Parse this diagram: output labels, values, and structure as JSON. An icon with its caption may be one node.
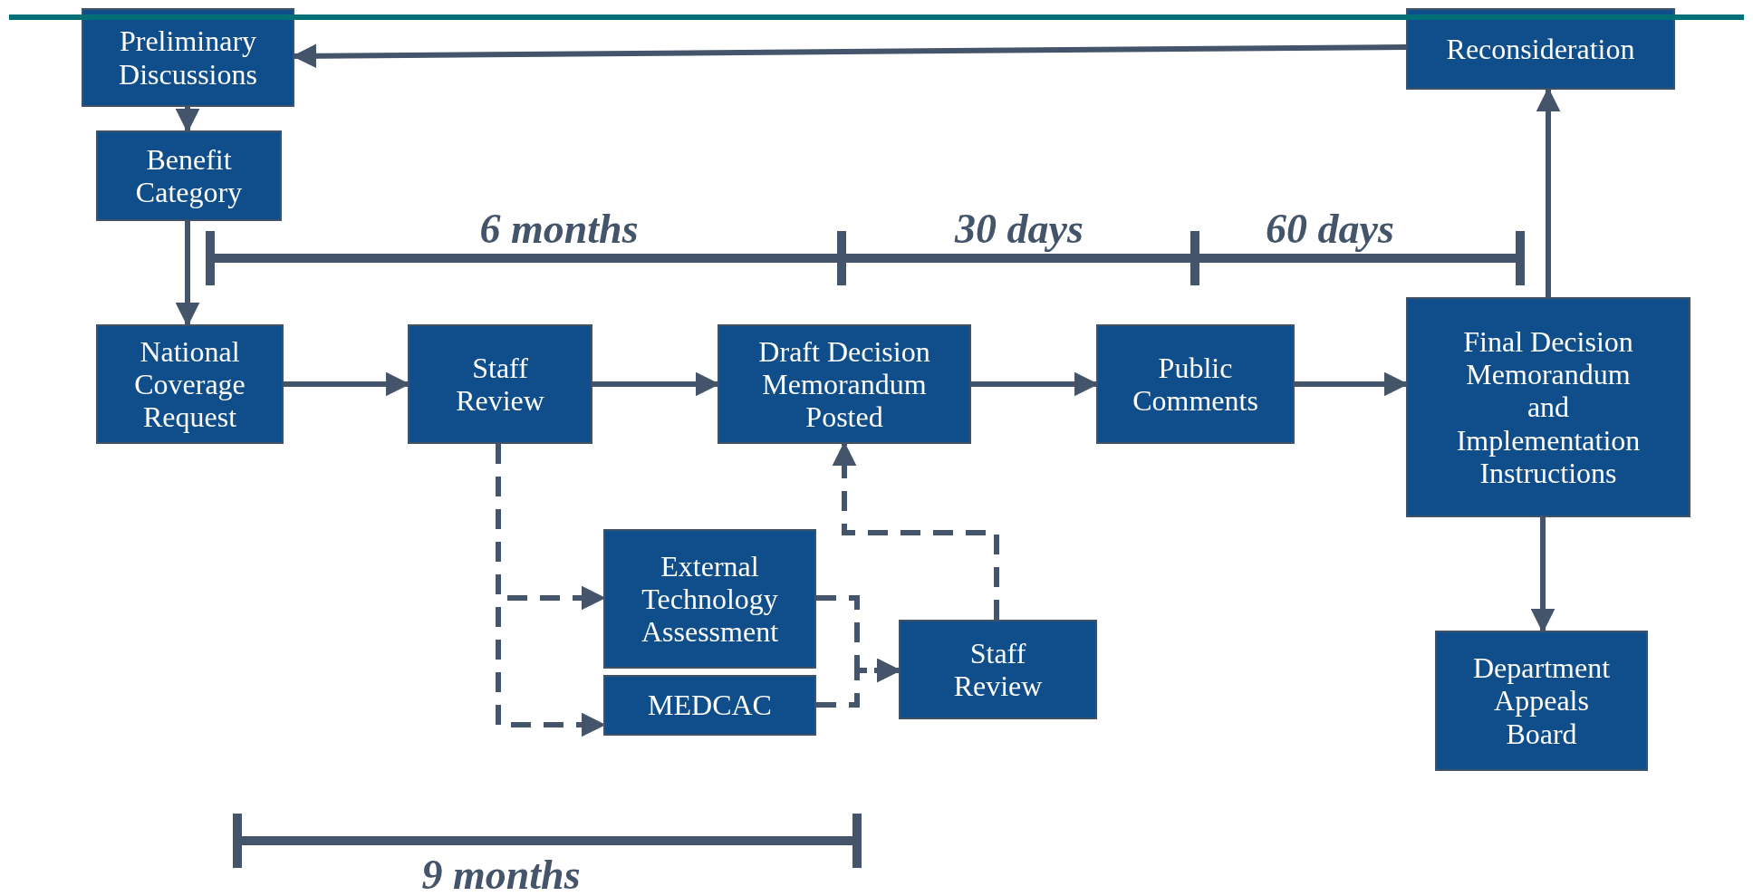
{
  "diagram": {
    "nodes": [
      {
        "text": [
          "Preliminary Discussions"
        ]
      },
      {
        "text": [
          "Benefit Category"
        ]
      },
      {
        "text": [
          "National Coverage Request"
        ]
      },
      {
        "text": [
          "Staff Review"
        ]
      },
      {
        "text": [
          "Draft Decision Memorandum Posted"
        ]
      },
      {
        "text": [
          "Public Comments"
        ]
      },
      {
        "text": [
          "Final Decision Memorandum and Implementation Instructions"
        ]
      },
      {
        "text": [
          "Reconsideration"
        ]
      },
      {
        "text": [
          "Department Appeals Board"
        ]
      },
      {
        "text": [
          "External Technology Assessment"
        ]
      },
      {
        "text": [
          "MEDCAC"
        ]
      },
      {
        "text": [
          "Staff Review"
        ]
      }
    ],
    "edges": [
      {
        "from": 7,
        "to": 0,
        "arrow": "to"
      },
      {
        "from": 0,
        "to": 1,
        "arrow": "to"
      },
      {
        "from": 1,
        "to": 2,
        "arrow": "to"
      },
      {
        "from": 2,
        "to": 3,
        "arrow": "to"
      },
      {
        "from": 3,
        "to": 4,
        "arrow": "to"
      },
      {
        "from": 4,
        "to": 5,
        "arrow": "to"
      },
      {
        "from": 5,
        "to": 6,
        "arrow": "to"
      },
      {
        "from": 6,
        "to": 7,
        "arrow": "to"
      },
      {
        "from": 6,
        "to": 8,
        "arrow": "to"
      },
      {
        "from": 3,
        "to": 9,
        "arrow": "to",
        "style": "dashed"
      },
      {
        "from": 3,
        "to": 10,
        "arrow": "to",
        "style": "dashed"
      },
      {
        "from": 9,
        "to": 11,
        "arrow": "to",
        "style": "dashed"
      },
      {
        "from": 10,
        "to": 11,
        "arrow": "to",
        "style": "dashed"
      },
      {
        "from": 11,
        "to": 4,
        "arrow": "to",
        "style": "dashed"
      }
    ],
    "labels": [
      "6 months",
      "30 days",
      "60 days",
      "9 months"
    ]
  }
}
